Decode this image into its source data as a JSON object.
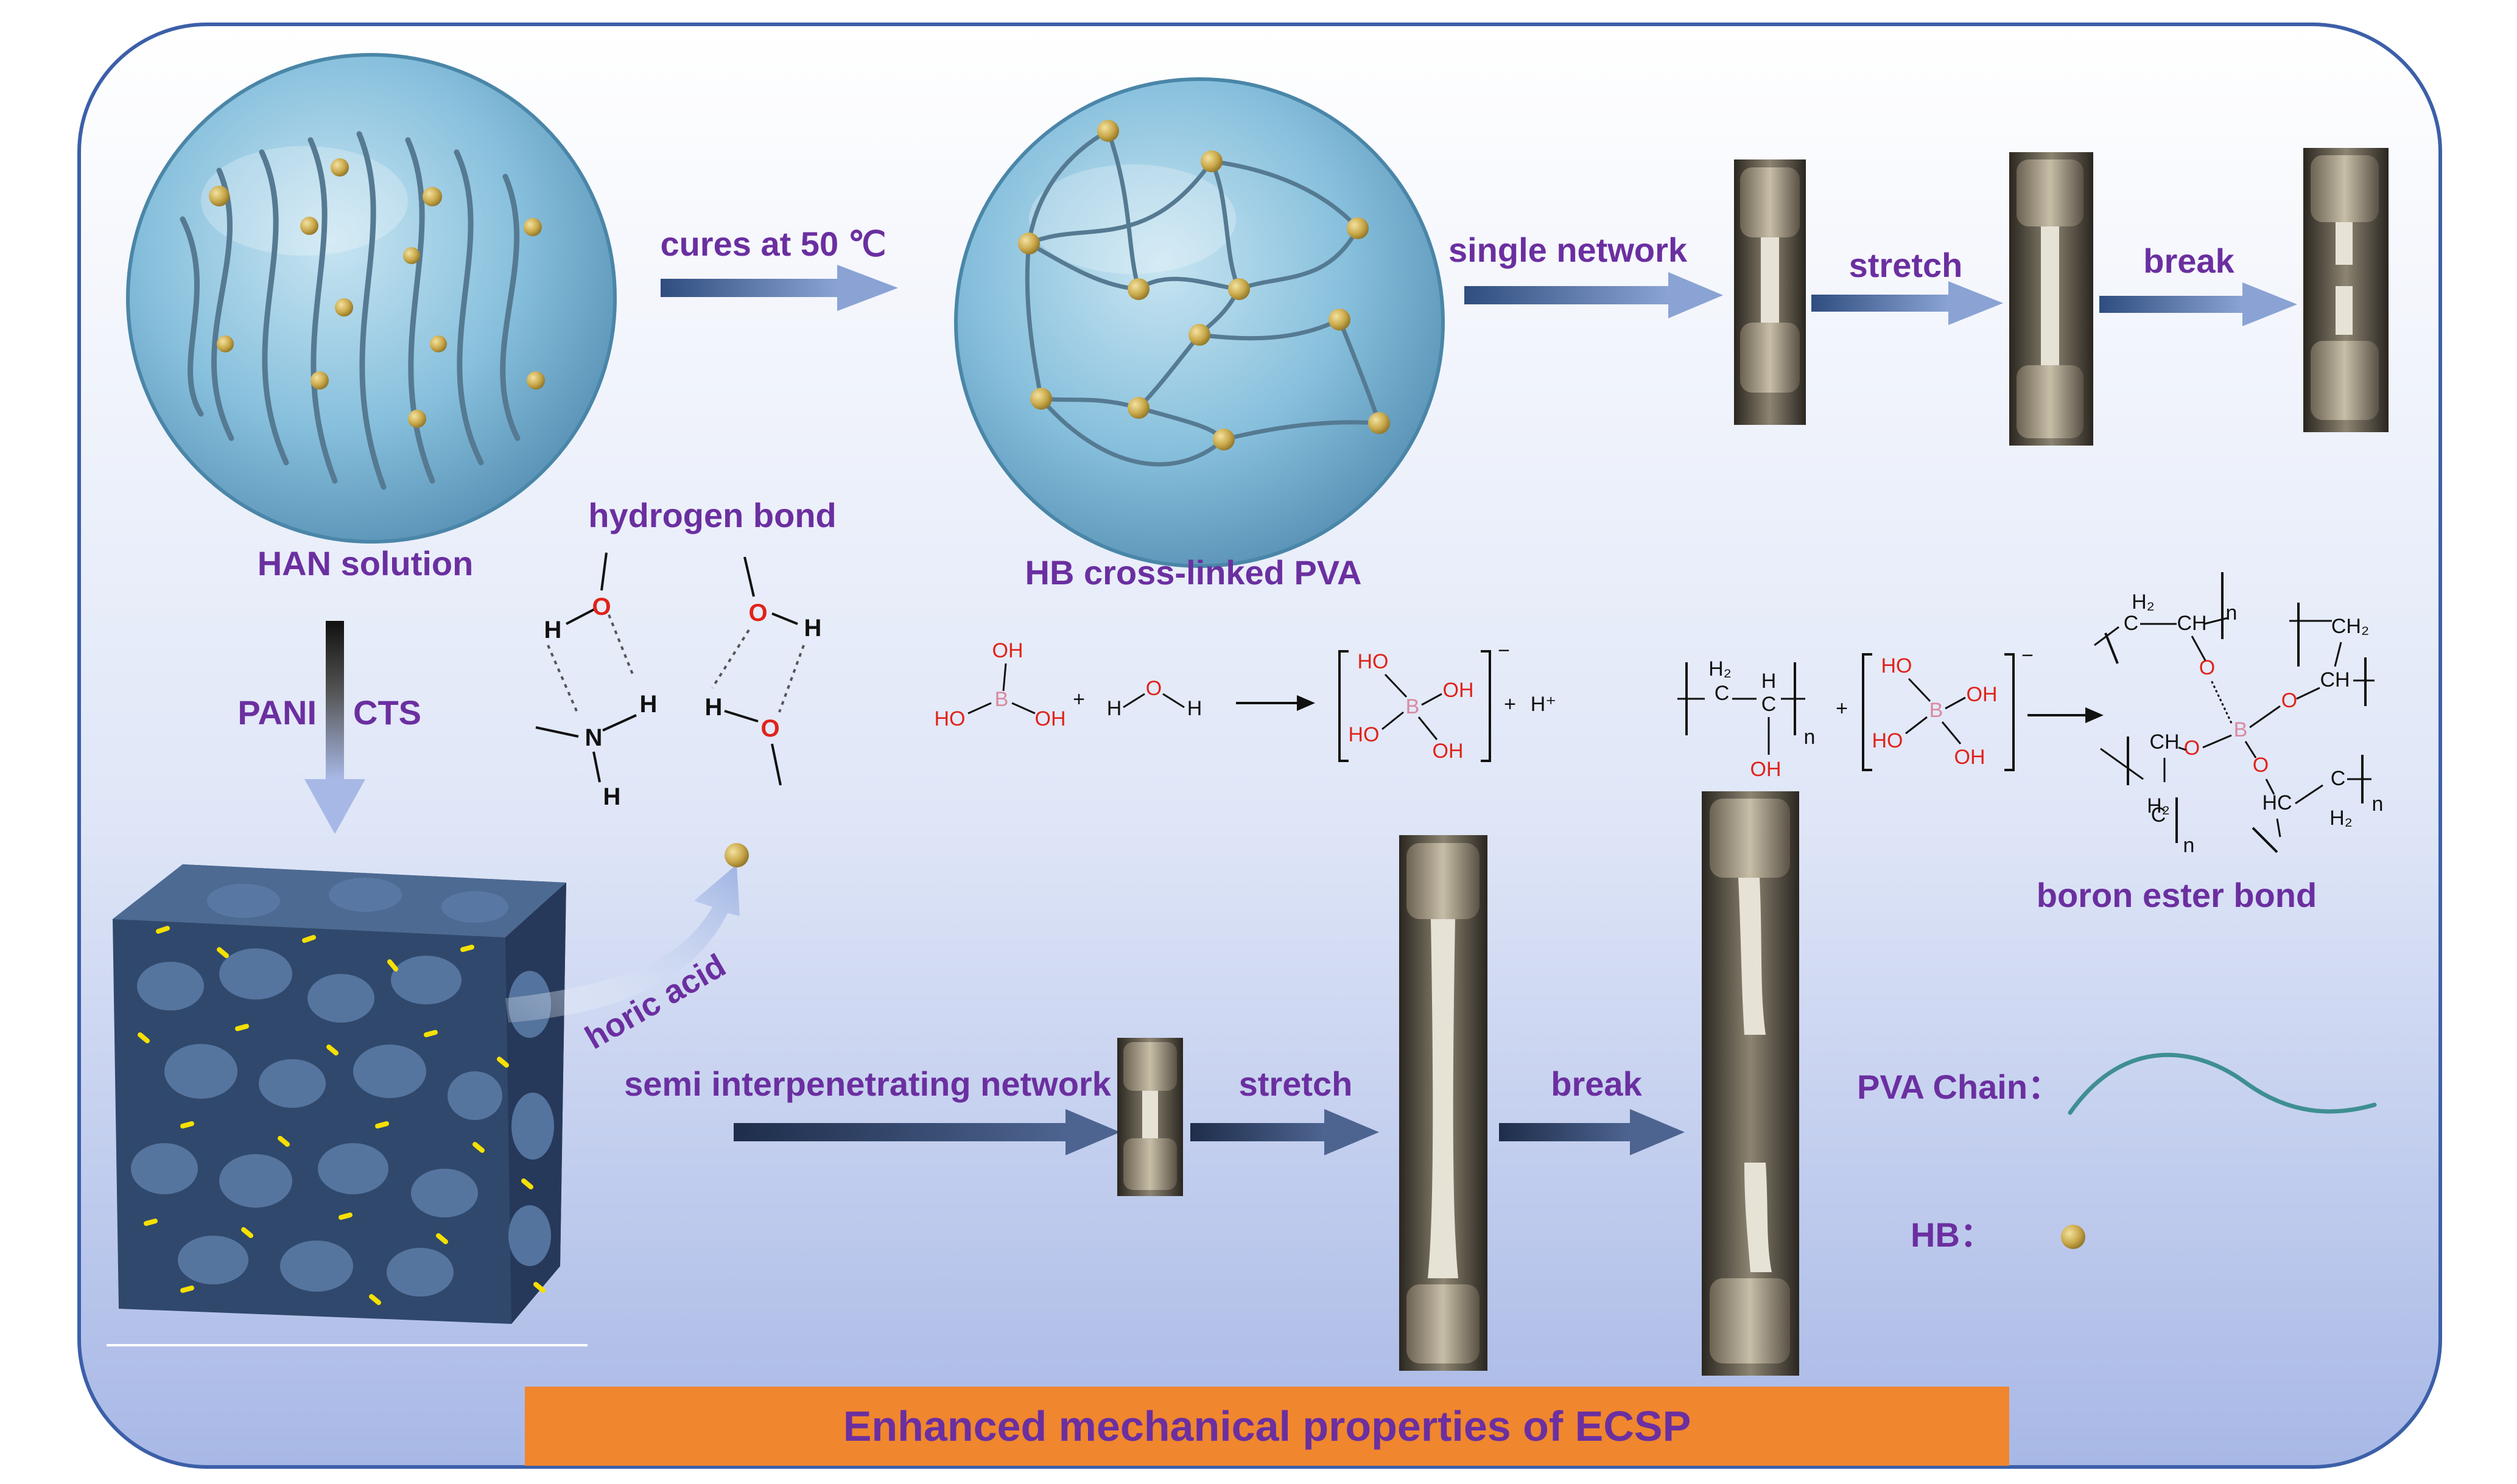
{
  "labels": {
    "han_solution": "HAN solution",
    "cures_at": "cures at 50 ℃",
    "hb_crosslinked": "HB cross-linked PVA",
    "single_network": "single network",
    "stretch_top": "stretch",
    "break_top": "break",
    "hydrogen_bond": "hydrogen bond",
    "pani": "PANI",
    "cts": "CTS",
    "boric_acid": "horic acid",
    "semi_ipn": "semi interpenetrating network",
    "stretch_bottom": "stretch",
    "break_bottom": "break",
    "boron_ester_bond": "boron ester bond",
    "pva_chain": "PVA Chain：",
    "hb": "HB：",
    "footer": "Enhanced mechanical properties of ECSP"
  },
  "chem": {
    "H": "H",
    "O": "O",
    "N": "N",
    "B": "B",
    "OH": "OH",
    "HO": "HO",
    "plus": "+",
    "minus": "−",
    "H_plus": "H⁺",
    "H2": "H₂",
    "C": "C",
    "CH": "CH",
    "CH2": "CH₂",
    "HC": "HC",
    "n": "n"
  },
  "colors": {
    "frame_border": "#3c5fa8",
    "background_top": "#ffffff",
    "background_bottom": "#a8b8e6",
    "label_purple": "#6b2fa0",
    "footer_orange": "#f0862e",
    "sphere_blue": "#7fb9d8",
    "hb_gold": "#c9a84a",
    "chain_teal": "#3f8f92",
    "oxygen_red": "#e0231a",
    "boron_pink": "#d98aa0"
  },
  "icons": {
    "sphere_han": "sphere-han-solution-icon",
    "sphere_hb": "sphere-hb-pva-icon",
    "sponge": "porous-sponge-icon",
    "clamp": "tensile-clamp-icon",
    "hb_dot": "hb-dot-icon"
  }
}
